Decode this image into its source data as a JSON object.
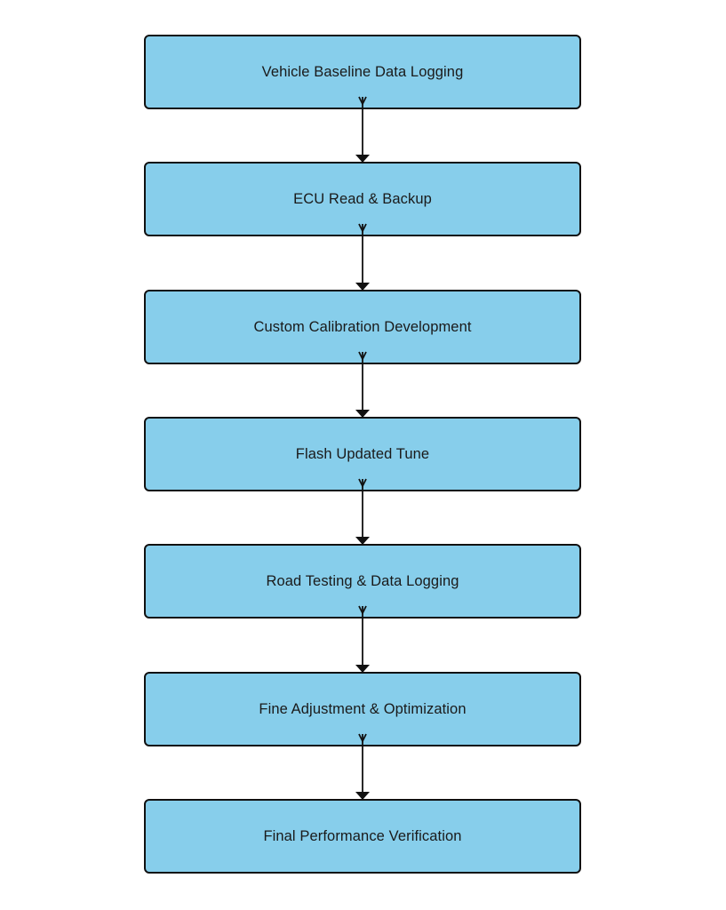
{
  "diagram": {
    "type": "vertical-flowchart",
    "colors": {
      "box_fill": "#87ceeb",
      "box_border": "#111111",
      "connector": "#111111",
      "text": "#1a1a1a",
      "background": "#ffffff"
    },
    "steps": [
      {
        "label": "Vehicle Baseline Data Logging"
      },
      {
        "label": "ECU Read & Backup"
      },
      {
        "label": "Custom Calibration Development"
      },
      {
        "label": "Flash Updated Tune"
      },
      {
        "label": "Road Testing & Data Logging"
      },
      {
        "label": "Fine Adjustment & Optimization"
      },
      {
        "label": "Final Performance Verification"
      }
    ],
    "connections": [
      {
        "from": 0,
        "to": 1
      },
      {
        "from": 1,
        "to": 2
      },
      {
        "from": 2,
        "to": 3
      },
      {
        "from": 3,
        "to": 4
      },
      {
        "from": 4,
        "to": 5
      },
      {
        "from": 5,
        "to": 6
      }
    ]
  }
}
